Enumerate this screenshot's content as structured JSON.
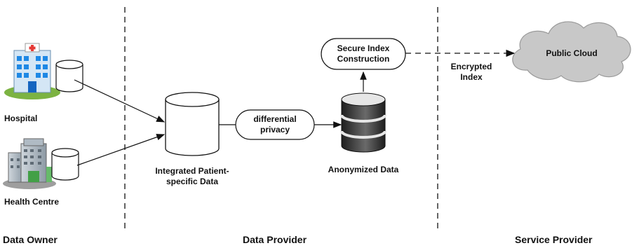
{
  "zones": {
    "data_owner": "Data Owner",
    "data_provider": "Data Provider",
    "service_provider": "Service Provider"
  },
  "nodes": {
    "hospital": "Hospital",
    "health_centre": "Health Centre",
    "integrated_data": "Integrated Patient-\nspecific Data",
    "differential_privacy": "differential\nprivacy",
    "anonymized_data": "Anonymized Data",
    "secure_index": "Secure Index\nConstruction",
    "encrypted_index": "Encrypted\nIndex",
    "public_cloud": "Public Cloud"
  },
  "colors": {
    "line": "#111111",
    "cloud_fill": "#c8c8c8",
    "db_dark": "#2e2e2e",
    "db_light": "#e6e6e6"
  }
}
